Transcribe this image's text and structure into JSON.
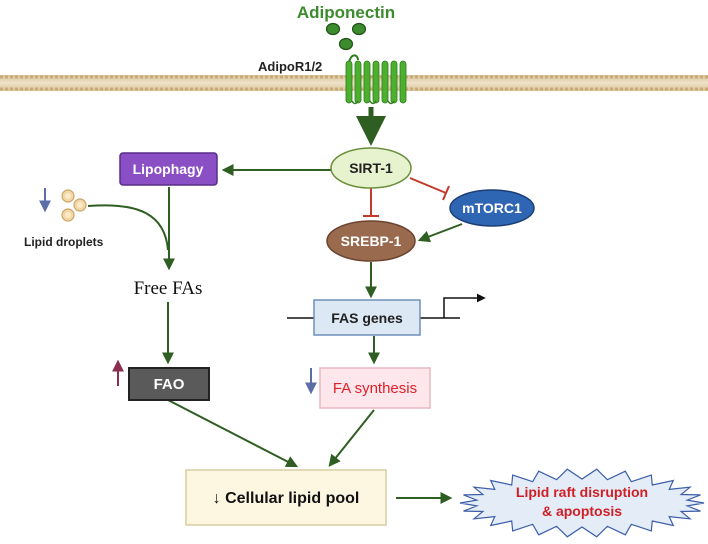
{
  "diagram": {
    "ligand": {
      "label": "Adiponectin"
    },
    "receptor": {
      "label": "AdipoR1/2"
    },
    "nodes": {
      "sirt1": {
        "label": "SIRT-1"
      },
      "mtorc1": {
        "label": "mTORC1"
      },
      "srebp1": {
        "label": "SREBP-1"
      },
      "lipophagy": {
        "label": "Lipophagy"
      },
      "lipid_droplets": {
        "label": "Lipid droplets"
      },
      "free_fas": {
        "label": "Free FAs"
      },
      "fas_genes": {
        "label": "FAS genes"
      },
      "fao": {
        "label": "FAO"
      },
      "fa_synthesis": {
        "label": "FA synthesis"
      },
      "lipid_pool": {
        "label": "↓ Cellular lipid pool"
      },
      "outcome": {
        "line1": "Lipid raft disruption",
        "line2": "& apoptosis"
      }
    },
    "colors": {
      "arrow_green": "#2f5e22",
      "inhibit_red": "#c0392b",
      "ligand_green": "#3c8c2e",
      "receptor_green": "#4caf2e",
      "lipophagy_purple": "#8a4fc4",
      "mtorc1_blue": "#2f66b3",
      "srebp1_brown": "#9a6a4e",
      "fao_gray": "#5a5a5a",
      "fa_synthesis_red": "#e0202a",
      "outcome_red": "#d21f25",
      "down_blue": "#5b6ea8",
      "up_maroon": "#8b2d4d"
    }
  }
}
